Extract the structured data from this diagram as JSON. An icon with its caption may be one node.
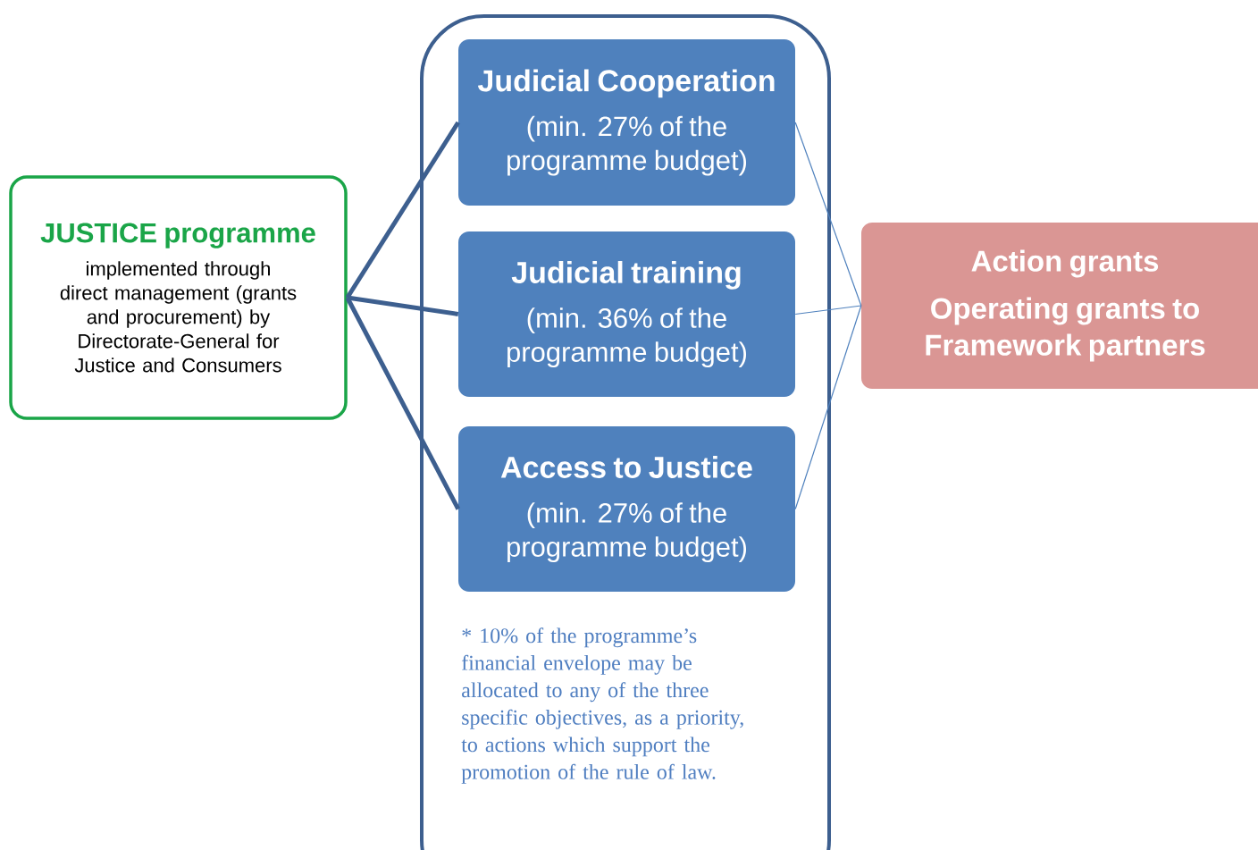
{
  "diagram": {
    "nodes": [
      {
        "text": [
          "JUSTICE programme",
          "implemented through direct management (grants and procurement) by Directorate-General for Justice and Consumers"
        ]
      },
      {
        "text": [
          "* 10% of the programme’s financial envelope may be allocated to any of the three specific objectives, as a priority, to actions which support the promotion of the rule of law."
        ]
      },
      {
        "text": [
          "Judicial Cooperation",
          "(min. 27% of the programme budget)"
        ],
        "in": 1
      },
      {
        "text": [
          "Judicial training",
          "(min. 36% of the programme budget)"
        ],
        "in": 1
      },
      {
        "text": [
          "Access to Justice",
          "(min. 27% of the programme budget)"
        ],
        "in": 1
      },
      {
        "text": [
          "Action grants",
          "Operating grants to Framework partners"
        ]
      }
    ],
    "edges": [
      {
        "from": 0,
        "to": 2,
        "arrow": "none",
        "style": "thick",
        "color": "#3d5f8f"
      },
      {
        "from": 0,
        "to": 3,
        "arrow": "none",
        "style": "thick",
        "color": "#3d5f8f"
      },
      {
        "from": 0,
        "to": 4,
        "arrow": "none",
        "style": "thick",
        "color": "#3d5f8f"
      },
      {
        "from": 2,
        "to": 5,
        "arrow": "none"
      },
      {
        "from": 3,
        "to": 5,
        "arrow": "none"
      },
      {
        "from": 4,
        "to": 5,
        "arrow": "none"
      }
    ]
  }
}
